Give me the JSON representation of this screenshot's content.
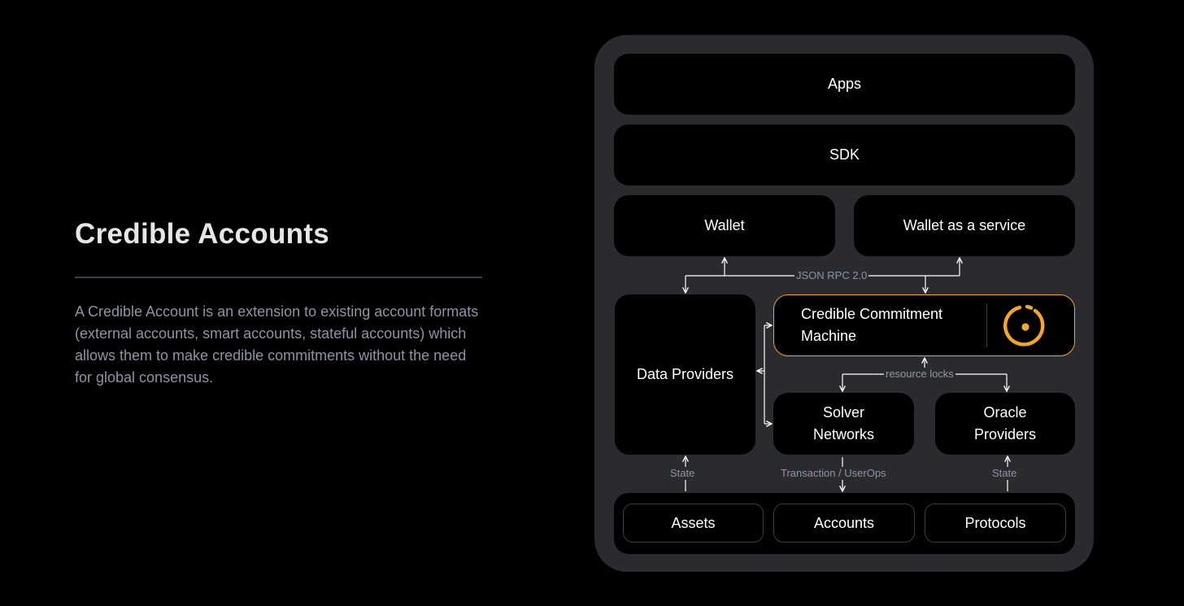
{
  "intro": {
    "title": "Credible Accounts",
    "description": "A Credible Account is an extension to existing account formats (external accounts, smart accounts, stateful accounts) which allows them to make credible commitments without the need for global consensus."
  },
  "diagram": {
    "apps": "Apps",
    "sdk": "SDK",
    "wallet": "Wallet",
    "wallet_as_a_service": "Wallet as a service",
    "data_providers": "Data Providers",
    "credible_commitment_machine": "Credible Commitment Machine",
    "solver_networks": "Solver Networks",
    "oracle_providers": "Oracle Providers",
    "assets": "Assets",
    "accounts": "Accounts",
    "protocols": "Protocols",
    "edges": {
      "json_rpc": "JSON RPC 2.0",
      "resource_locks": "resource locks",
      "state_left": "State",
      "transaction_userops": "Transaction / UserOps",
      "state_right": "State"
    }
  },
  "colors": {
    "background": "#000000",
    "panel": "#2a2b2f",
    "block": "#000000",
    "accent": "#f5a623",
    "muted_text": "#8f93a6",
    "wire": "#ffffff"
  },
  "icons": {
    "ccm_logo": "ring-with-dot-logo-icon"
  }
}
